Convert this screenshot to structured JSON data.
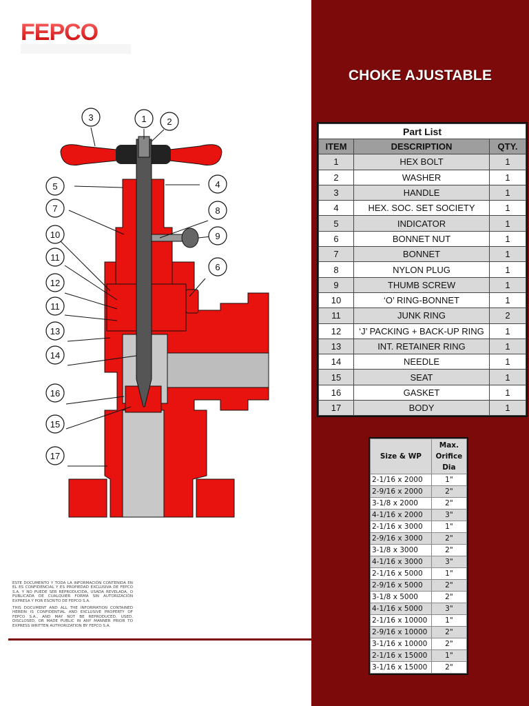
{
  "logo": {
    "text": "FEPCO"
  },
  "title": "CHOKE AJUSTABLE",
  "colors": {
    "panel": "#7d0a0a",
    "body_red": "#e8130f",
    "steel": "#b9b9b9",
    "dark_steel": "#555555"
  },
  "part_list": {
    "caption": "Part List",
    "headers": [
      "ITEM",
      "DESCRIPTION",
      "QTY."
    ],
    "rows": [
      {
        "item": "1",
        "description": "HEX BOLT",
        "qty": "1"
      },
      {
        "item": "2",
        "description": "WASHER",
        "qty": "1"
      },
      {
        "item": "3",
        "description": "HANDLE",
        "qty": "1"
      },
      {
        "item": "4",
        "description": "HEX. SOC. SET SOCIETY",
        "qty": "1"
      },
      {
        "item": "5",
        "description": "INDICATOR",
        "qty": "1"
      },
      {
        "item": "6",
        "description": "BONNET NUT",
        "qty": "1"
      },
      {
        "item": "7",
        "description": "BONNET",
        "qty": "1"
      },
      {
        "item": "8",
        "description": "NYLON PLUG",
        "qty": "1"
      },
      {
        "item": "9",
        "description": "THUMB SCREW",
        "qty": "1"
      },
      {
        "item": "10",
        "description": "‘O’ RING-BONNET",
        "qty": "1"
      },
      {
        "item": "11",
        "description": "JUNK RING",
        "qty": "2"
      },
      {
        "item": "12",
        "description": "‘J’ PACKING + BACK-UP RING",
        "qty": "1"
      },
      {
        "item": "13",
        "description": "INT. RETAINER RING",
        "qty": "1"
      },
      {
        "item": "14",
        "description": "NEEDLE",
        "qty": "1"
      },
      {
        "item": "15",
        "description": "SEAT",
        "qty": "1"
      },
      {
        "item": "16",
        "description": "GASKET",
        "qty": "1"
      },
      {
        "item": "17",
        "description": "BODY",
        "qty": "1"
      }
    ]
  },
  "orifice_table": {
    "headers": [
      "Size & WP",
      "Max. Orifice Dia"
    ],
    "rows": [
      {
        "size": "2-1/16 x 2000",
        "dia": "1\""
      },
      {
        "size": "2-9/16 x 2000",
        "dia": "2\""
      },
      {
        "size": "3-1/8 x 2000",
        "dia": "2\""
      },
      {
        "size": "4-1/16 x 2000",
        "dia": "3\""
      },
      {
        "size": "2-1/16 x 3000",
        "dia": "1\""
      },
      {
        "size": "2-9/16 x 3000",
        "dia": "2\""
      },
      {
        "size": "3-1/8 x 3000",
        "dia": "2\""
      },
      {
        "size": "4-1/16 x 3000",
        "dia": "3\""
      },
      {
        "size": "2-1/16 x 5000",
        "dia": "1\""
      },
      {
        "size": "2-9/16 x 5000",
        "dia": "2\""
      },
      {
        "size": "3-1/8 x 5000",
        "dia": "2\""
      },
      {
        "size": "4-1/16 x 5000",
        "dia": "3\""
      },
      {
        "size": "2-1/16 x 10000",
        "dia": "1\""
      },
      {
        "size": "2-9/16 x 10000",
        "dia": "2\""
      },
      {
        "size": "3-1/16 x 10000",
        "dia": "2\""
      },
      {
        "size": "2-1/16 x 15000",
        "dia": "1\""
      },
      {
        "size": "3-1/16 x 15000",
        "dia": "2\""
      }
    ]
  },
  "callouts": [
    "1",
    "2",
    "3",
    "4",
    "5",
    "6",
    "7",
    "8",
    "9",
    "10",
    "11",
    "12",
    "11",
    "13",
    "14",
    "16",
    "15",
    "17"
  ],
  "disclaimer": {
    "es": "ESTE DOCUMENTO Y TODA LA INFORMACIÓN CONTENIDA EN EL ES CONFIDENCIAL Y ES PROPIEDAD EXCLUSIVA DE FEPCO S.A. Y NO PUEDE SER REPRODUCIDA, USADA REVELADA, O PUBLICADA DE CUALQUIER FORMA SIN AUTORIZACIÓN EXPRESA Y POR ESCRITO DE FEPCO S.A.",
    "en": "THIS DOCUMENT AND ALL THE INFORMATION CONTAINED HEREIN IS CONFIDENTIAL AND EXCLUSIVE PROPERTY OF FEPCO S.A., AND MAY NOT BE REPRODUCED, USED, DISCLOSED, OR MADE PUBLIC IN ANY MANNER PRIOR TO EXPRESS WRITTEN AUTHORIZATION BY FEPCO S.A."
  }
}
